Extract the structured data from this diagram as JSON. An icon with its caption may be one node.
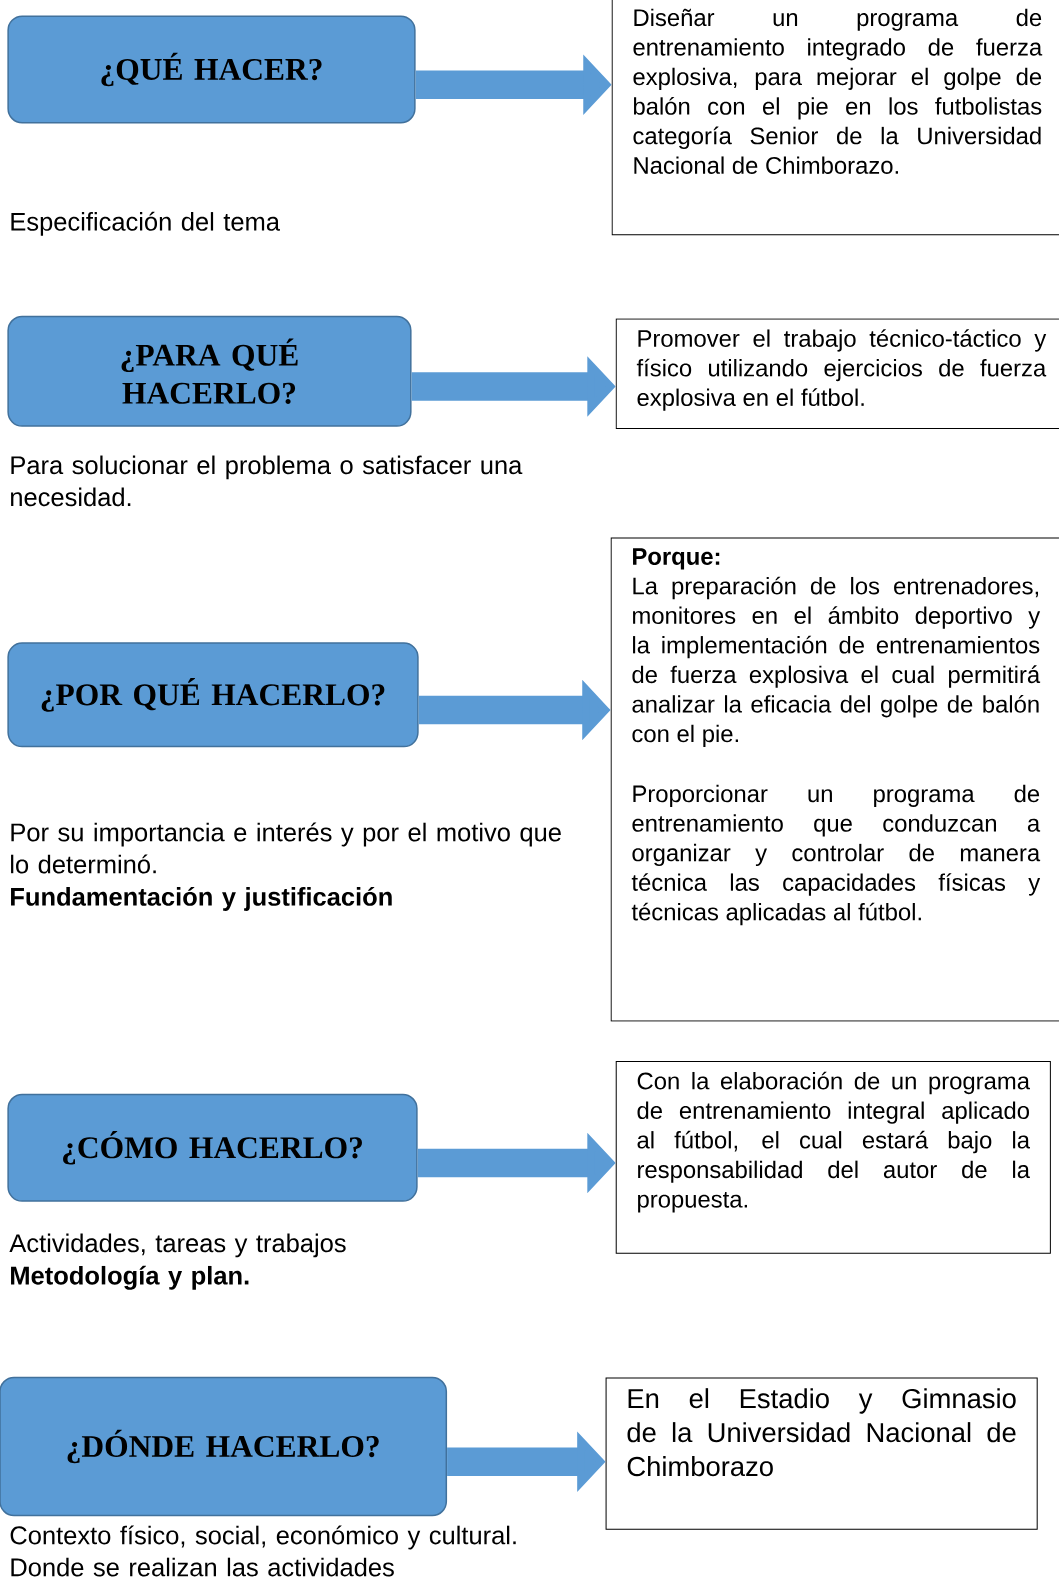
{
  "diagram": {
    "nodes": [
      {
        "text": [
          "¿QUÉ HACER?"
        ],
        "beside": [
          "Especificación del tema"
        ]
      },
      {
        "text": [
          "Diseñar un programa de entrenamiento integrado de fuerza explosiva, para mejorar el golpe de balón con el pie en los futbolistas categoría Senior de la Universidad Nacional de Chimborazo."
        ]
      },
      {
        "text": [
          "¿PARA QUÉ HACERLO?"
        ],
        "beside": [
          "Para solucionar el problema o satisfacer una necesidad."
        ]
      },
      {
        "text": [
          "Promover el trabajo técnico-táctico y físico utilizando ejercicios de fuerza explosiva en el fútbol."
        ]
      },
      {
        "text": [
          "¿POR QUÉ HACERLO?"
        ],
        "beside": [
          "Por su importancia e interés y por el motivo que lo determinó.",
          "Fundamentación y justificación"
        ]
      },
      {
        "text": [
          "Porque:",
          "La preparación de los entrenadores, monitores en el ámbito deportivo y la implementación de entrenamientos de fuerza explosiva el cual permitirá analizar la eficacia del golpe de balón con el pie.",
          "Proporcionar un programa de entrenamiento que conduzcan a organizar y controlar de manera técnica las capacidades físicas y técnicas aplicadas al fútbol."
        ]
      },
      {
        "text": [
          "¿CÓMO HACERLO?"
        ],
        "beside": [
          "Actividades, tareas y trabajos",
          "Metodología y plan."
        ]
      },
      {
        "text": [
          "Con la elaboración de un programa de entrenamiento integral aplicado al fútbol, el cual estará bajo la responsabilidad del autor de la propuesta."
        ]
      },
      {
        "text": [
          "¿DÓNDE HACERLO?"
        ],
        "beside": [
          "Contexto físico, social, económico y cultural. Donde se realizan las actividades"
        ]
      },
      {
        "text": [
          "En el Estadio y Gimnasio de la Universidad Nacional de Chimborazo"
        ]
      }
    ],
    "edges": [
      {
        "from": 0,
        "to": 1,
        "arrow": "to"
      },
      {
        "from": 2,
        "to": 3,
        "arrow": "to"
      },
      {
        "from": 4,
        "to": 5,
        "arrow": "to"
      },
      {
        "from": 6,
        "to": 7,
        "arrow": "to"
      },
      {
        "from": 8,
        "to": 9,
        "arrow": "to"
      }
    ]
  }
}
